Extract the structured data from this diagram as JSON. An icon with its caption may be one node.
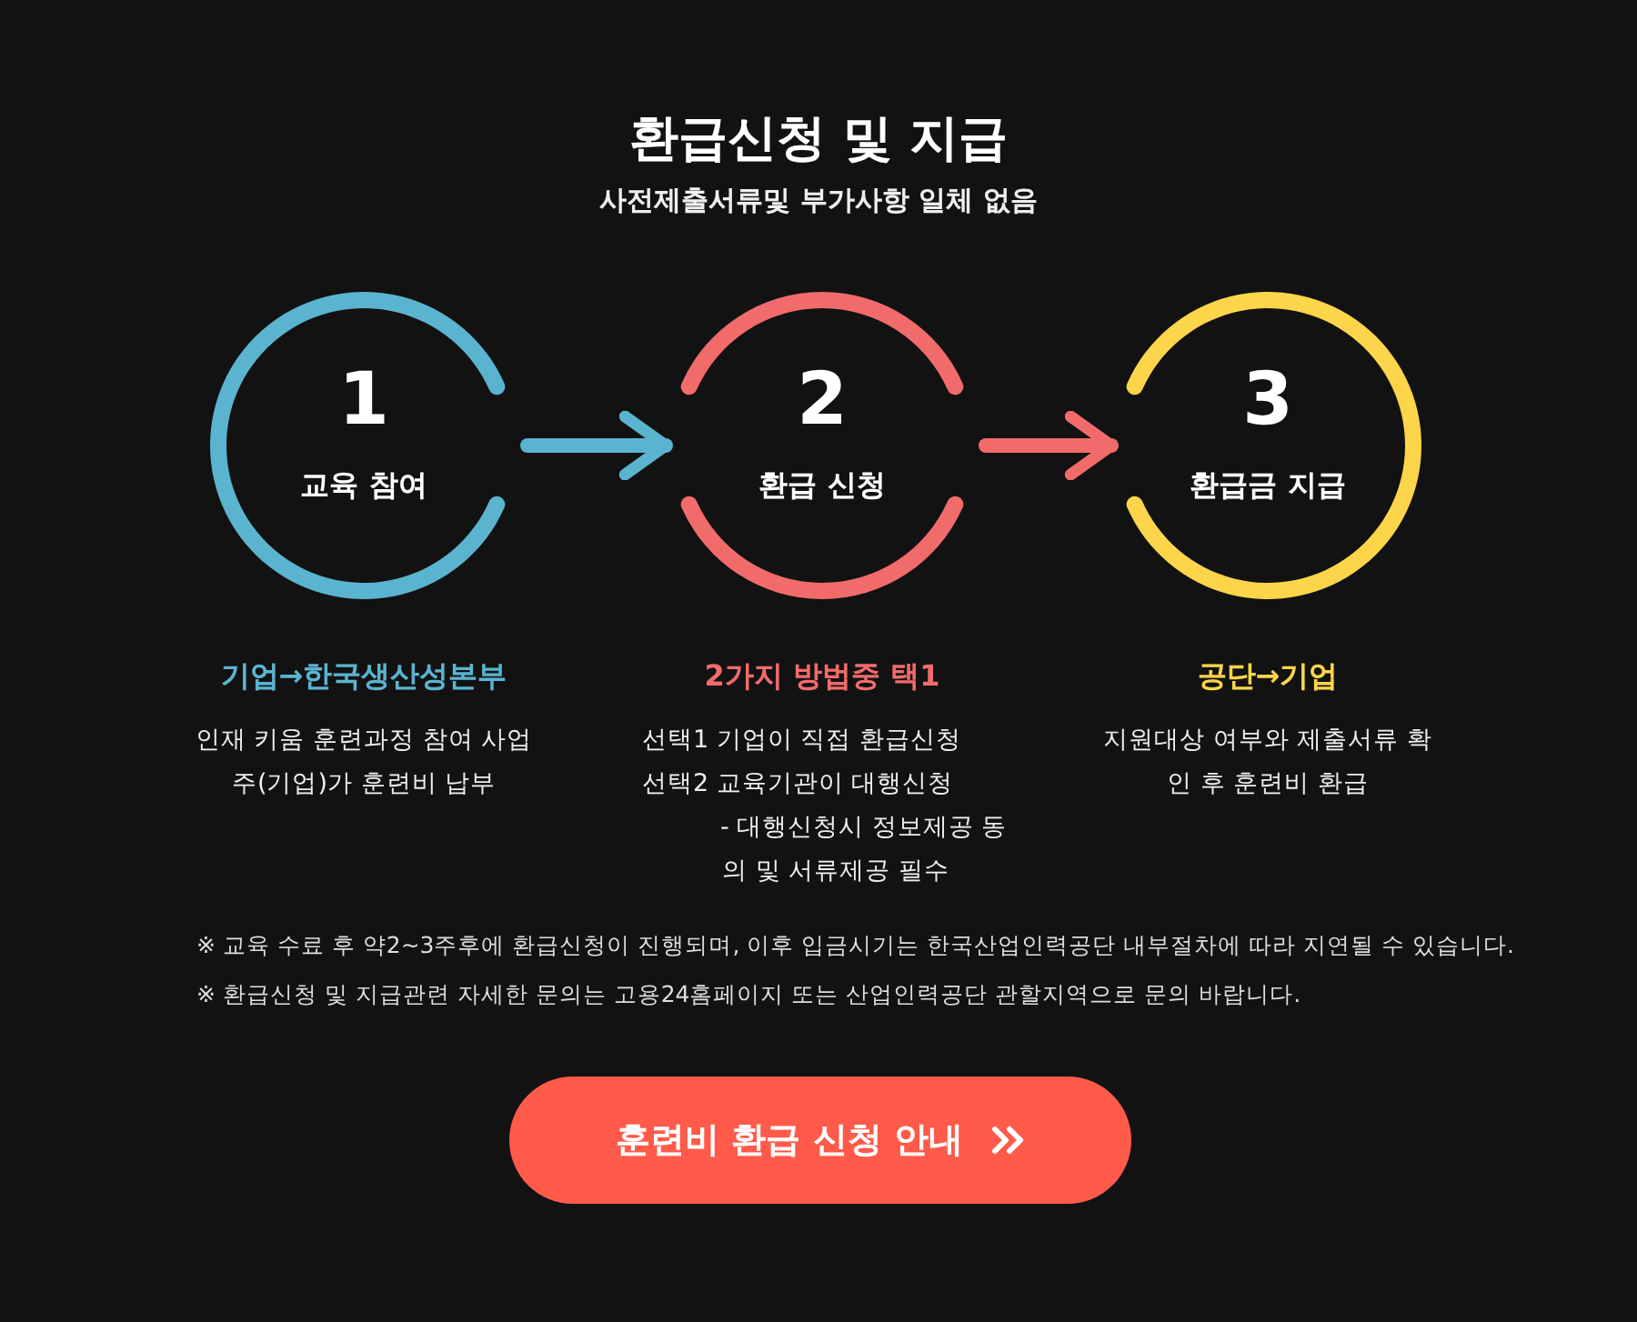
{
  "diagram": {
    "title": "환급신청 및 지급",
    "caption": "사전제출서류및 부가사항 일체 없음",
    "nodes": [
      {
        "text": [
          "1",
          "교육 참여"
        ],
        "beside": [
          "기업→한국생산성본부",
          "인재 키움 훈련과정 참여 사업주(기업)가 훈련비 납부"
        ]
      },
      {
        "text": [
          "2",
          "환급 신청"
        ],
        "beside": [
          "2가지 방법중 택1",
          "선택1 기업이 직접 환급신청",
          "선택2 교육기관이 대행신청",
          "- 대행신청시 정보제공 동의 및 서류제공 필수"
        ]
      },
      {
        "text": [
          "3",
          "환급금 지급"
        ],
        "beside": [
          "공단→기업",
          "지원대상 여부와 제출서류 확인 후 훈련비 환급"
        ]
      }
    ],
    "edges": [
      {
        "from": 0,
        "to": 1,
        "arrow": "to",
        "color": "#5ab4d0"
      },
      {
        "from": 1,
        "to": 2,
        "arrow": "to",
        "color": "#f26b6b"
      }
    ],
    "labels": [
      "※ 교육 수료 후 약2~3주후에 환급신청이 진행되며, 이후 입금시기는 한국산업인력공단 내부절차에 따라 지연될 수 있습니다.",
      "※ 환급신청 및 지급관련 자세한 문의는 고용24홈페이지 또는 산업인력공단 관할지역으로 문의 바랍니다.",
      "훈련비 환급 신청 안내"
    ]
  }
}
